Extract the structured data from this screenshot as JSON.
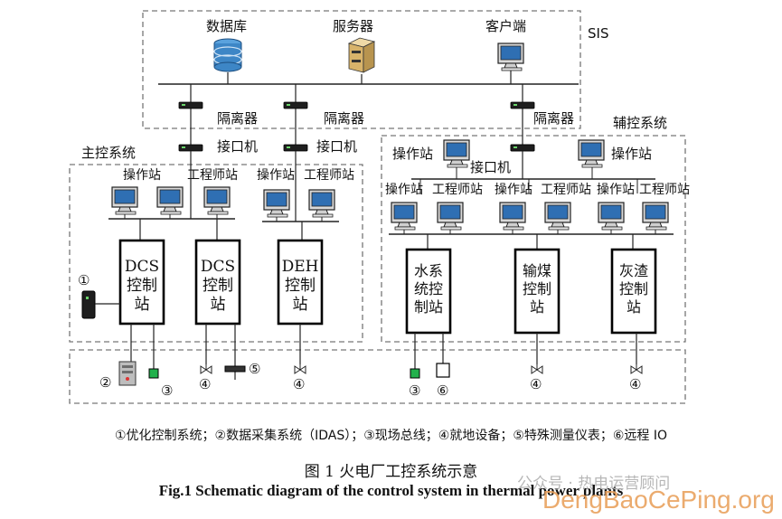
{
  "labels": {
    "sis": "SIS",
    "database": "数据库",
    "server": "服务器",
    "client": "客户端",
    "isolator": "隔离器",
    "interface_machine": "接口机",
    "main_control": "主控系统",
    "aux_control": "辅控系统",
    "operator_station": "操作站",
    "engineer_station": "工程师站",
    "dcs_station": "DCS\n控制\n站",
    "deh_station": "DEH\n控制\n站",
    "water_station": "水系\n统控\n制站",
    "coal_station": "输煤\n控制\n站",
    "ash_station": "灰渣\n控制\n站",
    "n1": "①",
    "n2": "②",
    "n3": "③",
    "n4": "④",
    "n5": "⑤",
    "n6": "⑥"
  },
  "legend": "①优化控制系统；②数据采集系统（IDAS）；③现场总线；④就地设备；⑤特殊测量仪表；⑥远程 IO",
  "caption_zh": "图 1  火电厂工控系统示意",
  "caption_en": "Fig.1 Schematic diagram of the control system in thermal power plants",
  "watermark_wechat": "公众号 · 热电运营顾问",
  "watermark_site": "DengBaoCePing.org",
  "colors": {
    "field_bus_green": "#22b14c",
    "database_blue": "#3d86c6",
    "server_tan": "#d8b36a"
  }
}
